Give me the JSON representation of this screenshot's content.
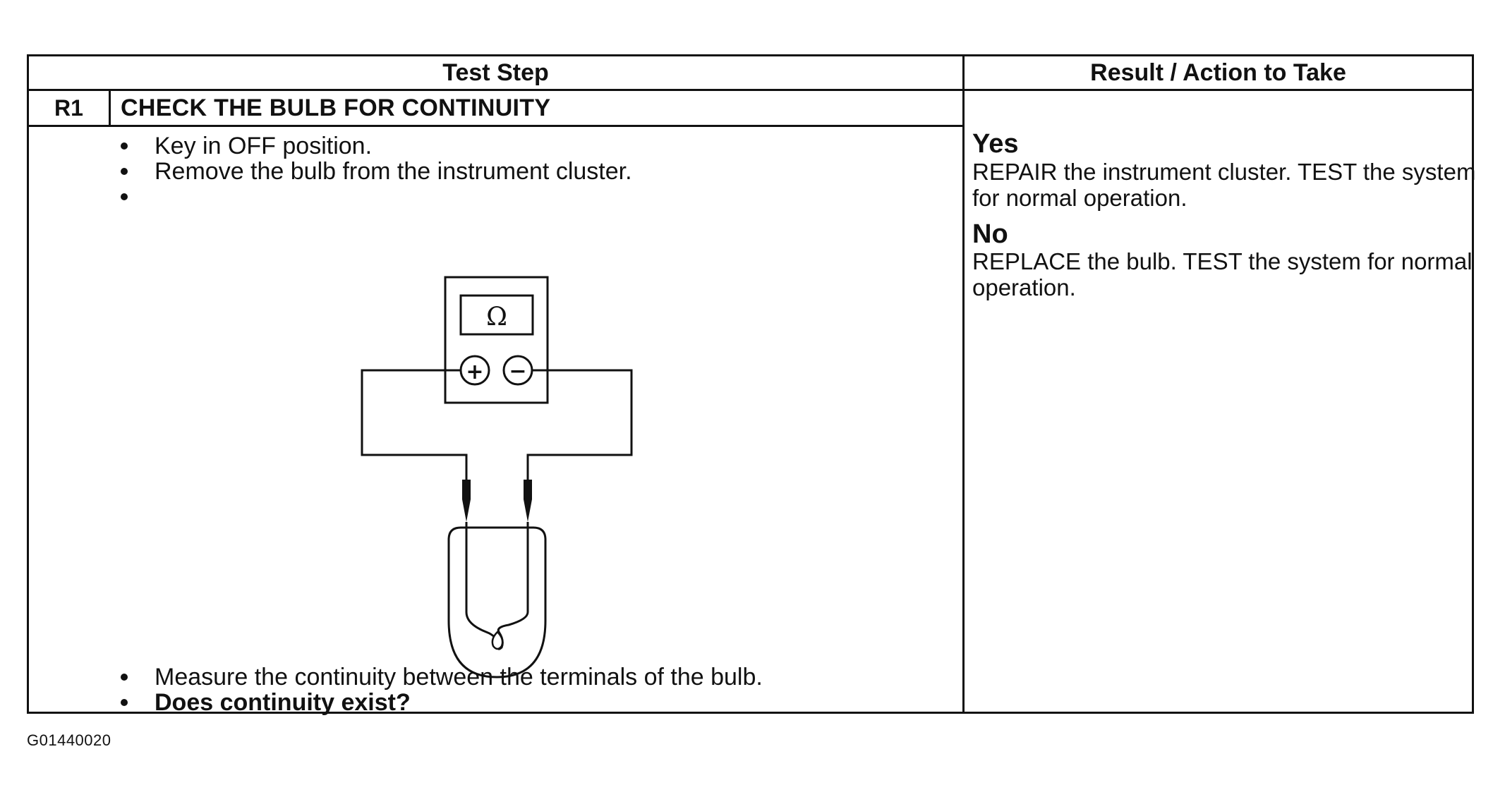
{
  "table": {
    "header": {
      "test_step": "Test Step",
      "result_action": "Result / Action to Take"
    },
    "step": {
      "id": "R1",
      "title": "CHECK THE BULB FOR CONTINUITY",
      "bullets_before": [
        "Key in OFF position.",
        "Remove the bulb from the instrument cluster.",
        ""
      ],
      "bullets_after": [
        {
          "text": "Measure the continuity between the terminals of the bulb.",
          "bold": false
        },
        {
          "text": "Does continuity exist?",
          "bold": true
        }
      ],
      "diagram": {
        "meter_symbol": "Ω",
        "positive_terminal": "+",
        "negative_terminal": "−"
      }
    },
    "results": {
      "yes_label": "Yes",
      "yes_text": "REPAIR the instrument cluster. TEST the system for normal operation.",
      "no_label": "No",
      "no_text": "REPLACE the bulb. TEST the system for normal operation."
    }
  },
  "footer": {
    "figure_code": "G01440020"
  }
}
